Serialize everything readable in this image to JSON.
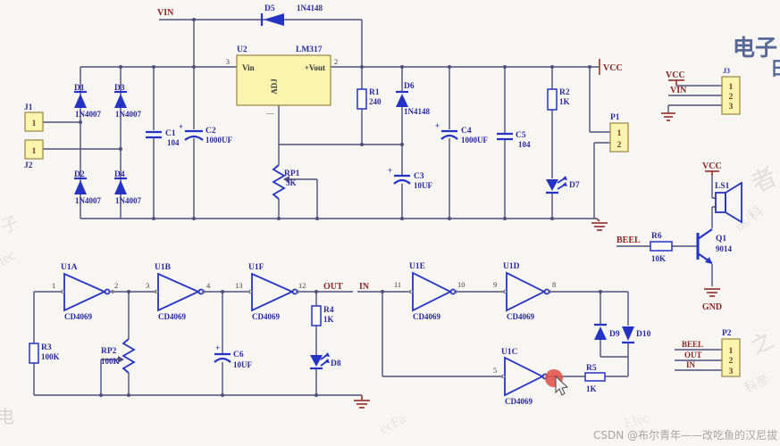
{
  "nets": {
    "vin": "VIN",
    "vcc": "VCC",
    "gnd": "GND",
    "out": "OUT",
    "in": "IN",
    "beel": "BEEL"
  },
  "components": {
    "plus": "+",
    "d1": {
      "ref": "D1",
      "val": "1N4007"
    },
    "d2": {
      "ref": "D2",
      "val": "1N4007"
    },
    "d3": {
      "ref": "D3",
      "val": "1N4007"
    },
    "d4": {
      "ref": "D4",
      "val": "1N4007"
    },
    "d5": {
      "ref": "D5",
      "val": "1N4148"
    },
    "d6": {
      "ref": "D6",
      "val": "1N4148"
    },
    "d7": {
      "ref": "D7"
    },
    "d8": {
      "ref": "D8"
    },
    "d9": {
      "ref": "D9"
    },
    "d10": {
      "ref": "D10"
    },
    "r1": {
      "ref": "R1",
      "val": "240"
    },
    "r2": {
      "ref": "R2",
      "val": "1K"
    },
    "r3": {
      "ref": "R3",
      "val": "100K"
    },
    "r4": {
      "ref": "R4",
      "val": "1K"
    },
    "r5": {
      "ref": "R5",
      "val": "1K"
    },
    "r6": {
      "ref": "R6",
      "val": "10K"
    },
    "rp1": {
      "ref": "RP1",
      "val": "5K"
    },
    "rp2": {
      "ref": "RP2",
      "val": "100K"
    },
    "c1": {
      "ref": "C1",
      "val": "104"
    },
    "c2": {
      "ref": "C2",
      "val": "1000UF"
    },
    "c3": {
      "ref": "C3",
      "val": "10UF"
    },
    "c4": {
      "ref": "C4",
      "val": "1000UF"
    },
    "c5": {
      "ref": "C5",
      "val": "104"
    },
    "c6": {
      "ref": "C6",
      "val": "10UF"
    },
    "u2": {
      "ref": "U2",
      "val": "LM317",
      "pin_in": "Vin",
      "pin_out": "+Vout",
      "pin_adj": "ADJ",
      "num_in": "3",
      "num_out": "2",
      "num_adj": "—"
    },
    "u1a": {
      "ref": "U1A",
      "val": "CD4069",
      "pin_in": "1",
      "pin_out": "2"
    },
    "u1b": {
      "ref": "U1B",
      "val": "CD4069",
      "pin_in": "3",
      "pin_out": "4"
    },
    "u1c": {
      "ref": "U1C",
      "val": "CD4069",
      "pin_in": "5"
    },
    "u1d": {
      "ref": "U1D",
      "val": "CD4069",
      "pin_in": "9",
      "pin_out": "8"
    },
    "u1e": {
      "ref": "U1E",
      "val": "CD4069",
      "pin_in": "11",
      "pin_out": "10"
    },
    "u1f": {
      "ref": "U1F",
      "val": "CD4069",
      "pin_in": "13",
      "pin_out": "12"
    },
    "q1": {
      "ref": "Q1",
      "val": "9014"
    },
    "ls1": {
      "ref": "LS1"
    },
    "j1": {
      "ref": "J1",
      "pin1": "1"
    },
    "j2": {
      "ref": "J2",
      "pin1": "1"
    },
    "j3": {
      "ref": "J3",
      "pins": [
        "1",
        "2",
        "3"
      ]
    },
    "p1": {
      "ref": "P1",
      "pins": [
        "1",
        "2"
      ]
    },
    "p2": {
      "ref": "P2",
      "pins": [
        "1",
        "2",
        "3"
      ]
    }
  },
  "watermarks": {
    "brand_cn": "电子",
    "brand_cn_partial": "日",
    "csdn": "CSDN @布尔青年——改吃鱼的汉尼拔",
    "wm1": "子",
    "wm2": "lec",
    "wm3": "Elec",
    "wm4": "ecFa",
    "wm5": "者",
    "wm6": "ns/科",
    "wm7": "之",
    "wm8": "科彦",
    "wm9": "电"
  }
}
